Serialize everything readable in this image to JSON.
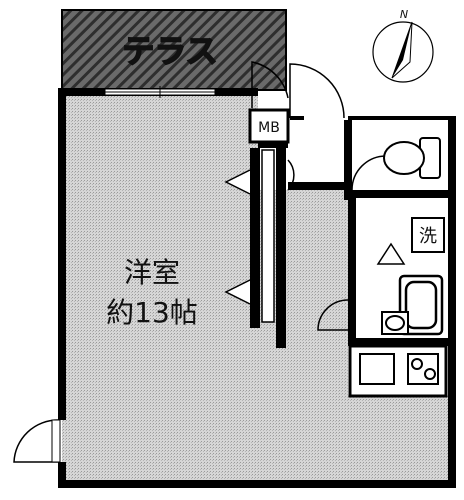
{
  "floorplan": {
    "terrace_label": "テラス",
    "meter_box_label": "MB",
    "laundry_label": "洗",
    "room": {
      "name": "洋室",
      "size": "約13帖"
    },
    "compass_label": "N"
  },
  "colors": {
    "floor_gray": "#cfcfcf",
    "terrace_dark": "#5a5a5a",
    "wall": "#000000",
    "white_area": "#ffffff"
  }
}
